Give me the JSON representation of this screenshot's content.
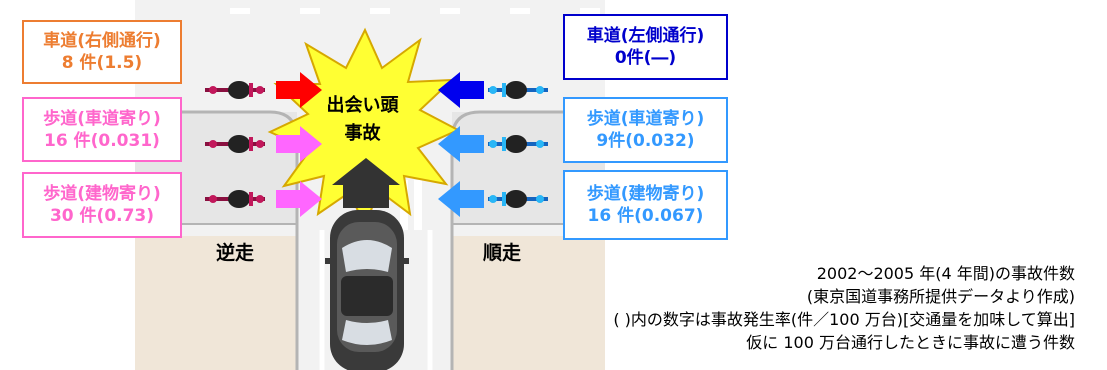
{
  "burst": {
    "line1": "出会い頭",
    "line2": "事故"
  },
  "left": {
    "direction": "逆走",
    "boxes": [
      {
        "title": "車道(右側通行)",
        "count": "8 件(1.5)",
        "color": "#ED7D31"
      },
      {
        "title": "歩道(車道寄り)",
        "count": "16 件(0.031)",
        "color": "#FF66CC"
      },
      {
        "title": "歩道(建物寄り)",
        "count": "30 件(0.73)",
        "color": "#FF66CC"
      }
    ]
  },
  "right": {
    "direction": "順走",
    "boxes": [
      {
        "title": "車道(左側通行)",
        "count": "0件(―)",
        "color": "#0000CC"
      },
      {
        "title": "歩道(車道寄り)",
        "count": "9件(0.032)",
        "color": "#3399FF"
      },
      {
        "title": "歩道(建物寄り)",
        "count": "16 件(0.067)",
        "color": "#3399FF"
      }
    ]
  },
  "notes": [
    "2002～2005 年(4 年間)の事故件数",
    "(東京国道事務所提供データより作成)",
    "(  )内の数字は事故発生率(件／100 万台)[交通量を加味して算出]",
    "仮に 100 万台通行したときに事故に遭う件数"
  ],
  "colors": {
    "road": "#f2f2f2",
    "sidewalk_top": "#e6e6e6",
    "building": "#f0e6d8",
    "curb": "#b4b4b4",
    "burst": "#ffff33",
    "arrow_red": "#ff0000",
    "arrow_pink": "#ff66ff",
    "arrow_blue": "#0000ee",
    "arrow_lightblue": "#3399ff"
  }
}
